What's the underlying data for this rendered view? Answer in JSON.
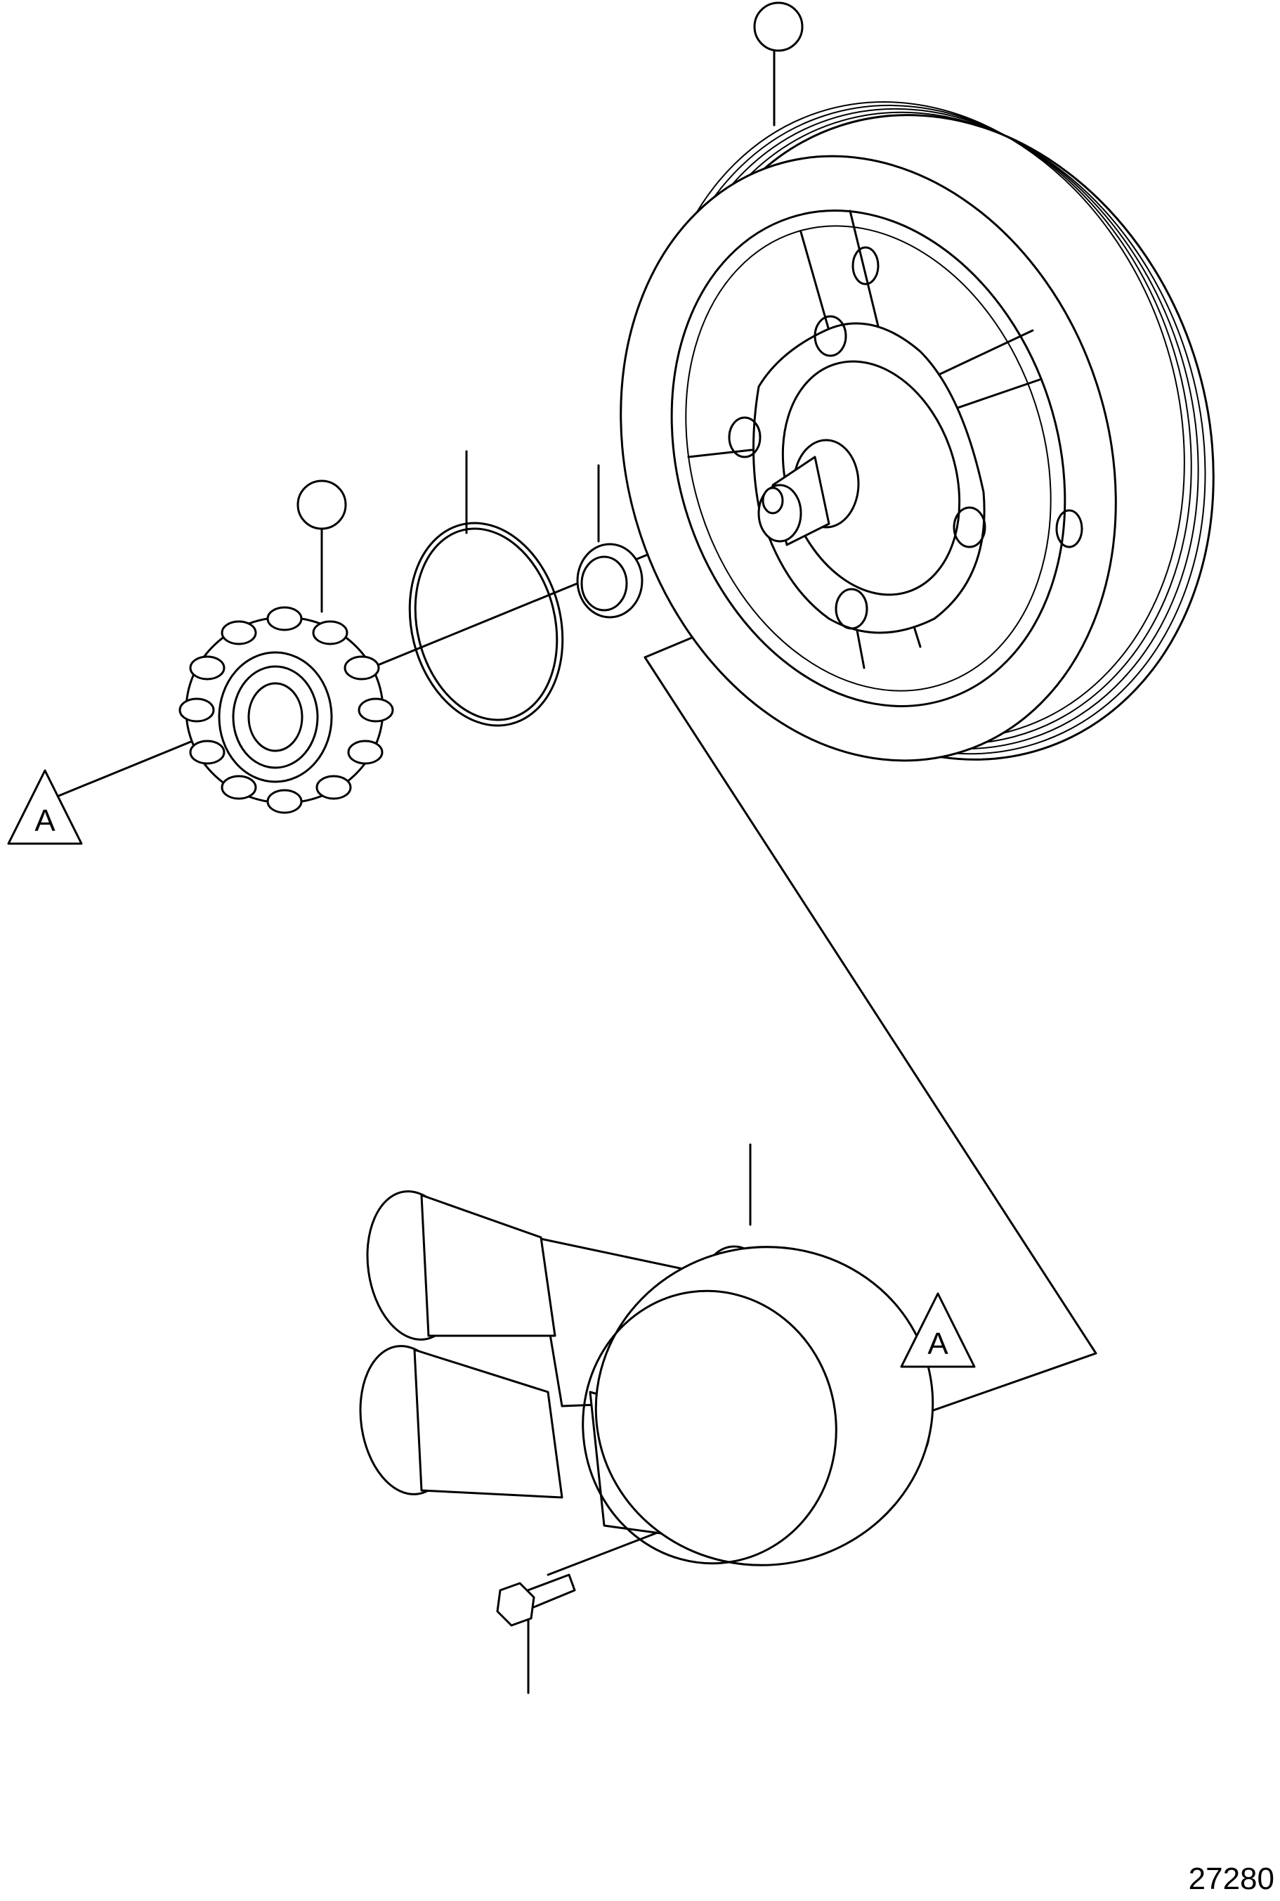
{
  "figure": {
    "number": "27280",
    "callouts": [
      {
        "id": "A-top",
        "label": "A"
      },
      {
        "id": "A-bottom",
        "label": "A"
      }
    ]
  },
  "colors": {
    "line": "#000000",
    "background": "#ffffff"
  }
}
